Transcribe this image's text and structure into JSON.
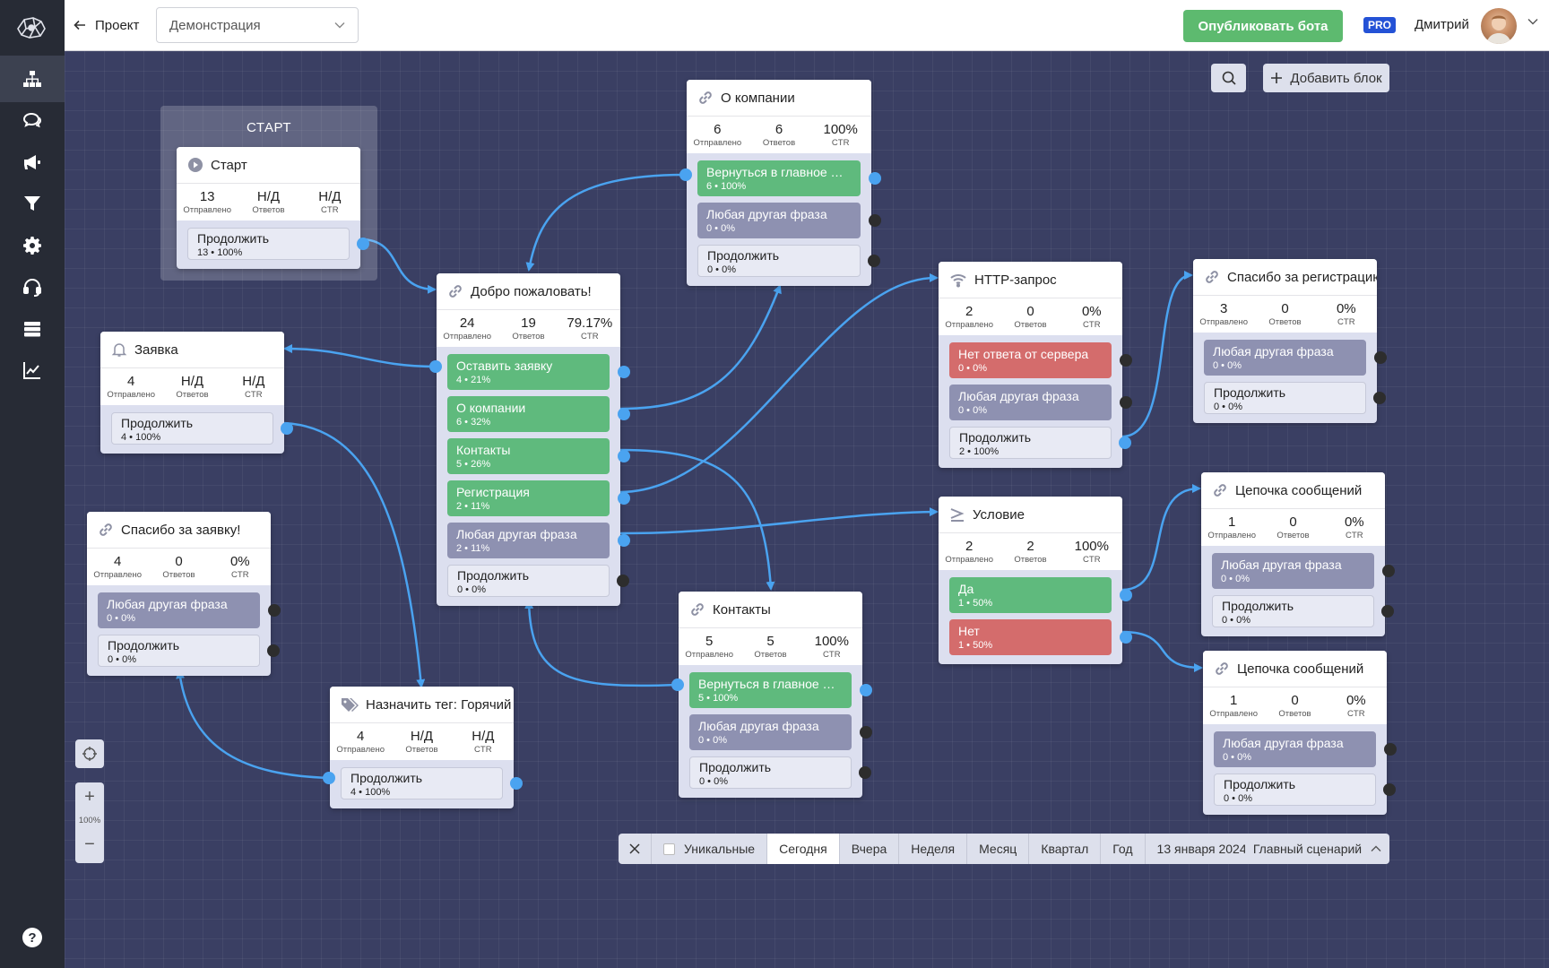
{
  "project": {
    "back_label": "Проект",
    "selected": "Демонстрация",
    "publish_label": "Опубликовать бота",
    "pro_badge": "PRO",
    "user_name": "Дмитрий"
  },
  "sidebar": {
    "items": [
      {
        "icon": "sitemap-icon",
        "active": true
      },
      {
        "icon": "chat-icon"
      },
      {
        "icon": "megaphone-icon"
      },
      {
        "icon": "filter-icon"
      },
      {
        "icon": "gear-icon"
      },
      {
        "icon": "headset-icon"
      },
      {
        "icon": "server-icon"
      },
      {
        "icon": "chart-icon"
      }
    ],
    "help_icon": "help-icon"
  },
  "toolbar": {
    "add_block": "Добавить блок",
    "search_icon": "search-icon"
  },
  "stats_labels": {
    "sent": "Отправлено",
    "answers": "Ответов",
    "ctr": "CTR"
  },
  "group": {
    "title": "СТАРТ"
  },
  "nodes": [
    {
      "id": "start",
      "title": "Старт",
      "icon": "play-icon",
      "stats": [
        "13",
        "Н/Д",
        "Н/Д"
      ],
      "buttons": [
        {
          "label": "Продолжить",
          "sub": "13 • 100%",
          "style": "white",
          "connected": true
        }
      ]
    },
    {
      "id": "welcome",
      "title": "Добро пожаловать!",
      "icon": "link-icon",
      "stats": [
        "24",
        "19",
        "79.17%"
      ],
      "buttons": [
        {
          "label": "Оставить заявку",
          "sub": "4 • 21%",
          "style": "green",
          "connected": true
        },
        {
          "label": "О компании",
          "sub": "6 • 32%",
          "style": "green",
          "connected": true
        },
        {
          "label": "Контакты",
          "sub": "5 • 26%",
          "style": "green",
          "connected": true
        },
        {
          "label": "Регистрация",
          "sub": "2 • 11%",
          "style": "green",
          "connected": true
        },
        {
          "label": "Любая другая фраза",
          "sub": "2 • 11%",
          "style": "gray",
          "connected": true
        },
        {
          "label": "Продолжить",
          "sub": "0 • 0%",
          "style": "white",
          "connected": false
        }
      ]
    },
    {
      "id": "about",
      "title": "О компании",
      "icon": "link-icon",
      "stats": [
        "6",
        "6",
        "100%"
      ],
      "buttons": [
        {
          "label": "Вернуться в главное ме...",
          "sub": "6 • 100%",
          "style": "green",
          "connected": true
        },
        {
          "label": "Любая другая фраза",
          "sub": "0 • 0%",
          "style": "gray",
          "connected": false
        },
        {
          "label": "Продолжить",
          "sub": "0 • 0%",
          "style": "white",
          "connected": false
        }
      ]
    },
    {
      "id": "request",
      "title": "Заявка",
      "icon": "bell-icon",
      "stats": [
        "4",
        "Н/Д",
        "Н/Д"
      ],
      "buttons": [
        {
          "label": "Продолжить",
          "sub": "4 • 100%",
          "style": "white",
          "connected": true
        }
      ]
    },
    {
      "id": "thanks_request",
      "title": "Спасибо за заявку!",
      "icon": "link-icon",
      "stats": [
        "4",
        "0",
        "0%"
      ],
      "buttons": [
        {
          "label": "Любая другая фраза",
          "sub": "0 • 0%",
          "style": "gray",
          "connected": false
        },
        {
          "label": "Продолжить",
          "sub": "0 • 0%",
          "style": "white",
          "connected": false
        }
      ]
    },
    {
      "id": "tag",
      "title": "Назначить тег: Горячий",
      "icon": "tag-icon",
      "stats": [
        "4",
        "Н/Д",
        "Н/Д"
      ],
      "buttons": [
        {
          "label": "Продолжить",
          "sub": "4 • 100%",
          "style": "white",
          "connected": true
        }
      ]
    },
    {
      "id": "contacts",
      "title": "Контакты",
      "icon": "link-icon",
      "stats": [
        "5",
        "5",
        "100%"
      ],
      "buttons": [
        {
          "label": "Вернуться в главное ме...",
          "sub": "5 • 100%",
          "style": "green",
          "connected": true
        },
        {
          "label": "Любая другая фраза",
          "sub": "0 • 0%",
          "style": "gray",
          "connected": false
        },
        {
          "label": "Продолжить",
          "sub": "0 • 0%",
          "style": "white",
          "connected": false
        }
      ]
    },
    {
      "id": "http",
      "title": "HTTP-запрос",
      "icon": "wifi-icon",
      "stats": [
        "2",
        "0",
        "0%"
      ],
      "buttons": [
        {
          "label": "Нет ответа от сервера",
          "sub": "0 • 0%",
          "style": "red",
          "connected": false
        },
        {
          "label": "Любая другая фраза",
          "sub": "0 • 0%",
          "style": "gray",
          "connected": false
        },
        {
          "label": "Продолжить",
          "sub": "2 • 100%",
          "style": "white",
          "connected": true
        }
      ]
    },
    {
      "id": "condition",
      "title": "Условие",
      "icon": "condition-icon",
      "stats": [
        "2",
        "2",
        "100%"
      ],
      "buttons": [
        {
          "label": "Да",
          "sub": "1 • 50%",
          "style": "green",
          "connected": true
        },
        {
          "label": "Нет",
          "sub": "1 • 50%",
          "style": "red",
          "connected": true
        }
      ]
    },
    {
      "id": "thanks_reg",
      "title": "Спасибо за регистрацию",
      "icon": "link-icon",
      "stats": [
        "3",
        "0",
        "0%"
      ],
      "buttons": [
        {
          "label": "Любая другая фраза",
          "sub": "0 • 0%",
          "style": "gray",
          "connected": false
        },
        {
          "label": "Продолжить",
          "sub": "0 • 0%",
          "style": "white",
          "connected": false
        }
      ]
    },
    {
      "id": "chain1",
      "title": "Цепочка сообщений",
      "icon": "link-icon",
      "stats": [
        "1",
        "0",
        "0%"
      ],
      "buttons": [
        {
          "label": "Любая другая фраза",
          "sub": "0 • 0%",
          "style": "gray",
          "connected": false
        },
        {
          "label": "Продолжить",
          "sub": "0 • 0%",
          "style": "white",
          "connected": false
        }
      ]
    },
    {
      "id": "chain2",
      "title": "Цепочка сообщений",
      "icon": "link-icon",
      "stats": [
        "1",
        "0",
        "0%"
      ],
      "buttons": [
        {
          "label": "Любая другая фраза",
          "sub": "0 • 0%",
          "style": "gray",
          "connected": false
        },
        {
          "label": "Продолжить",
          "sub": "0 • 0%",
          "style": "white",
          "connected": false
        }
      ]
    }
  ],
  "zoom": {
    "level": "100%"
  },
  "filters": {
    "unique": "Уникальные",
    "periods": [
      "Сегодня",
      "Вчера",
      "Неделя",
      "Месяц",
      "Квартал",
      "Год"
    ],
    "active_period": "Сегодня",
    "date": "13 января 2024 г.",
    "scenario": "Главный сценарий"
  },
  "colors": {
    "accent_green": "#5fba7d",
    "accent_red": "#d46c6c",
    "accent_gray": "#8e91b1",
    "edge": "#4aa3f0",
    "pro": "#2452d6"
  }
}
